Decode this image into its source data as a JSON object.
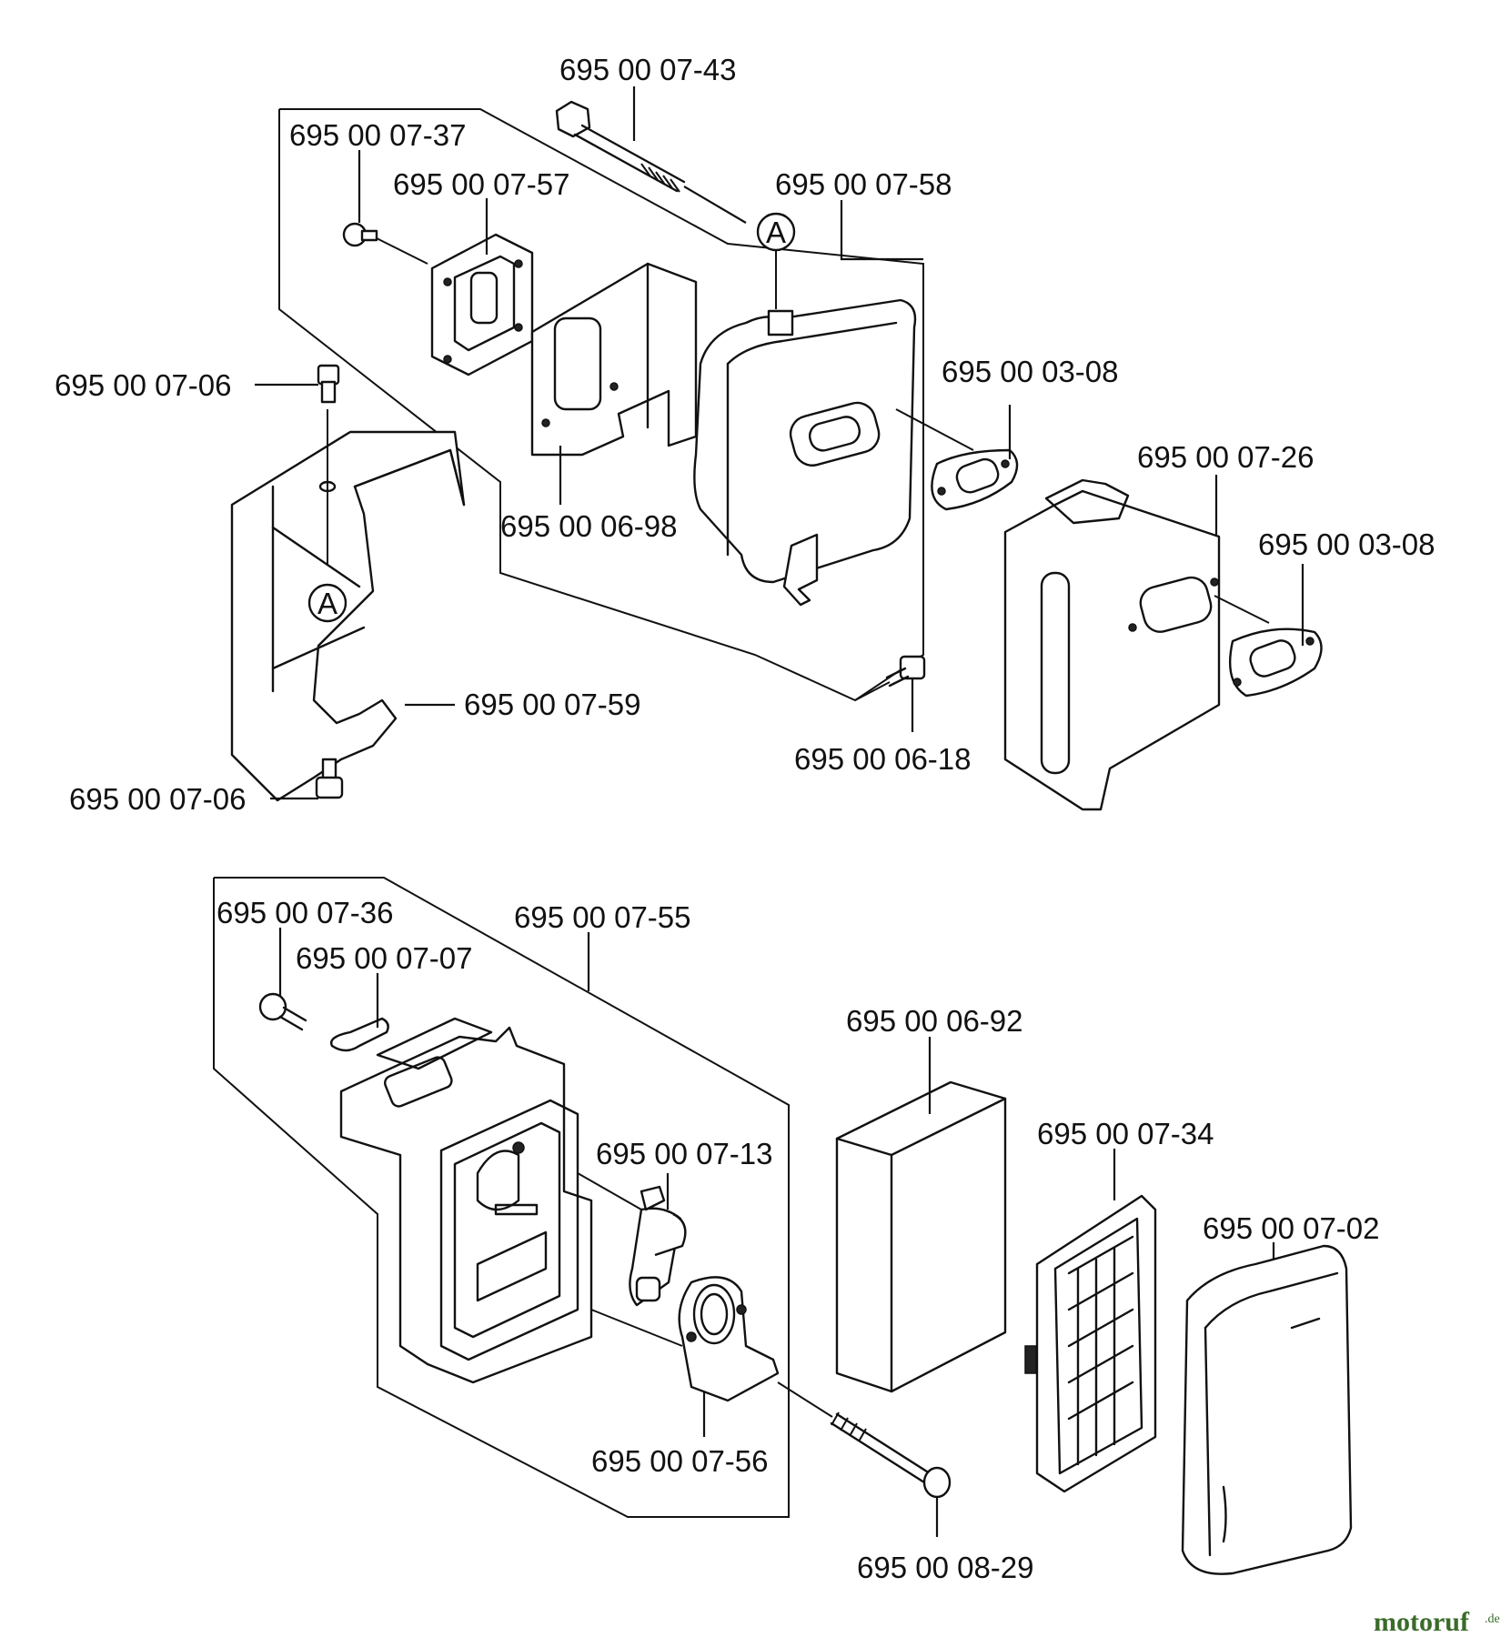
{
  "diagram": {
    "part_labels": {
      "p_07_43": "695 00 07-43",
      "p_07_37": "695 00 07-37",
      "p_07_57": "695 00 07-57",
      "p_07_58": "695 00 07-58",
      "p_03_08_a": "695 00 03-08",
      "p_07_06_top": "695 00 07-06",
      "p_07_26": "695 00 07-26",
      "p_03_08_b": "695 00 03-08",
      "p_06_98": "695 00 06-98",
      "p_07_59": "695 00 07-59",
      "p_06_18": "695 00 06-18",
      "p_07_06_bottom": "695 00 07-06",
      "p_07_36": "695 00 07-36",
      "p_07_55": "695 00 07-55",
      "p_07_07": "695 00 07-07",
      "p_06_92": "695 00 06-92",
      "p_07_34": "695 00 07-34",
      "p_07_13": "695 00 07-13",
      "p_07_02": "695 00 07-02",
      "p_07_56": "695 00 07-56",
      "p_08_29": "695 00 08-29"
    },
    "callout_marker": "A"
  },
  "watermark": {
    "brand": "motoruf",
    "suffix": ".de",
    "brand_color": "#3a6b2a"
  }
}
